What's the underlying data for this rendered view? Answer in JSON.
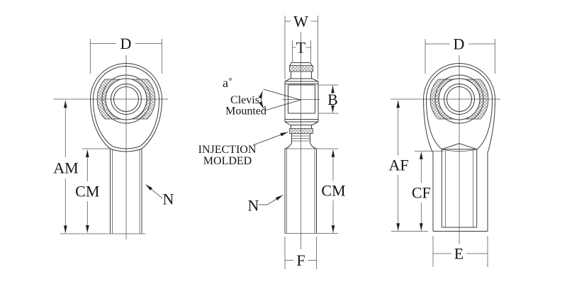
{
  "background": "#ffffff",
  "ink_color": "#3b3b3b",
  "views": {
    "left": {
      "d": "D",
      "am": "AM",
      "cm": "CM",
      "n": "N"
    },
    "middle": {
      "w": "W",
      "t": "T",
      "b": "B",
      "angle": "a˚",
      "clevis_line1": "Clevis",
      "clevis_line2": "Mounted",
      "injection_line1": "INJECTION",
      "injection_line2": "MOLDED",
      "n": "N",
      "cm": "CM",
      "f": "F"
    },
    "right": {
      "d": "D",
      "af": "AF",
      "cf": "CF",
      "e": "E"
    }
  }
}
